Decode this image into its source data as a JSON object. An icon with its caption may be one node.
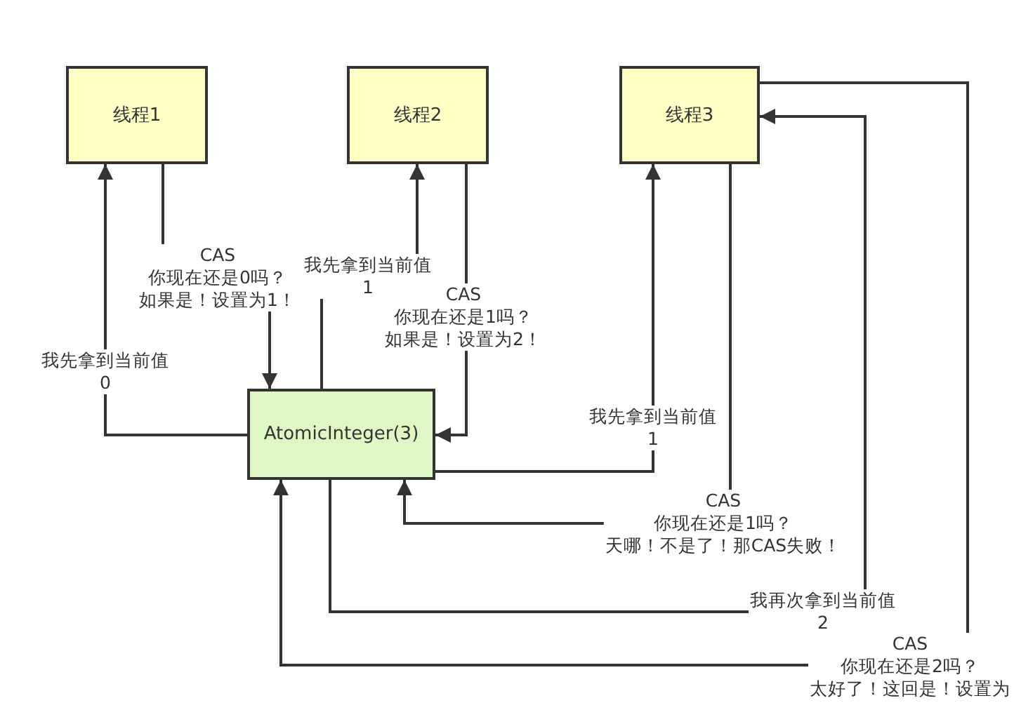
{
  "diagram": {
    "nodes": [
      {
        "text": [
          "线程1"
        ]
      },
      {
        "text": [
          "线程2"
        ]
      },
      {
        "text": [
          "线程3"
        ]
      },
      {
        "text": [
          "AtomicInteger(3)"
        ]
      }
    ],
    "edges": [
      {
        "from": 3,
        "to": 0,
        "arrow": "to",
        "label": "我先拿到当前值 0"
      },
      {
        "from": 0,
        "to": 3,
        "arrow": "to",
        "label": "CAS 你现在还是0吗？如果是！设置为1！"
      },
      {
        "from": 3,
        "to": 1,
        "arrow": "to",
        "label": "我先拿到当前值 1"
      },
      {
        "from": 1,
        "to": 3,
        "arrow": "to",
        "label": "CAS 你现在还是1吗？如果是！设置为2！"
      },
      {
        "from": 3,
        "to": 2,
        "arrow": "to",
        "label": "我先拿到当前值 1"
      },
      {
        "from": 2,
        "to": 3,
        "arrow": "to",
        "label": "CAS 你现在还是1吗？天哪！不是了！那CAS失败！"
      },
      {
        "from": 3,
        "to": 2,
        "arrow": "to",
        "label": "我再次拿到当前值 2"
      },
      {
        "from": 2,
        "to": 3,
        "arrow": "to",
        "label": "CAS 你现在还是2吗？太好了！这回是！设置为"
      }
    ]
  }
}
